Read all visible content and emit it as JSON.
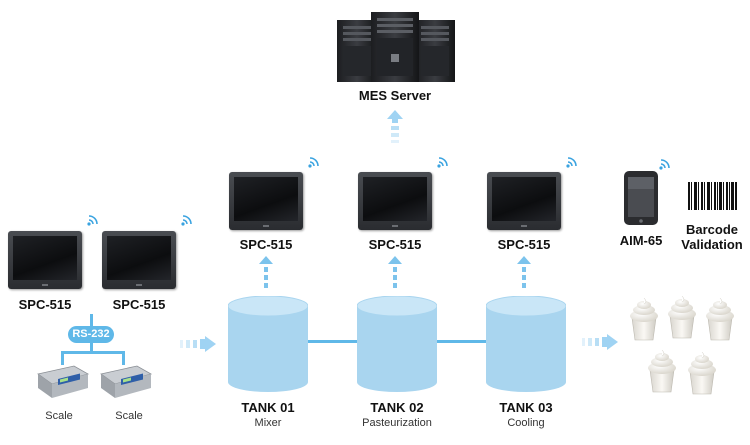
{
  "server": {
    "label": "MES Server",
    "icon": "server-rack-icon"
  },
  "scale_stations": {
    "panels": [
      {
        "label": "SPC-515"
      },
      {
        "label": "SPC-515"
      }
    ],
    "link_label": "RS-232",
    "scales": [
      {
        "label": "Scale"
      },
      {
        "label": "Scale"
      }
    ]
  },
  "tanks": [
    {
      "panel_label": "SPC-515",
      "name": "TANK 01",
      "role": "Mixer"
    },
    {
      "panel_label": "SPC-515",
      "name": "TANK 02",
      "role": "Pasteurization"
    },
    {
      "panel_label": "SPC-515",
      "name": "TANK 03",
      "role": "Cooling"
    }
  ],
  "handheld": {
    "label": "AIM-65"
  },
  "barcode": {
    "label": "Barcode\nValidation"
  },
  "product_icon": "soft-serve-ice-cream-icon",
  "colors": {
    "accent": "#5fb8e8",
    "tank_fill": "#a9d5ef",
    "tank_top": "#c9e6f7",
    "monitor": "#2e3034",
    "text": "#111111"
  }
}
